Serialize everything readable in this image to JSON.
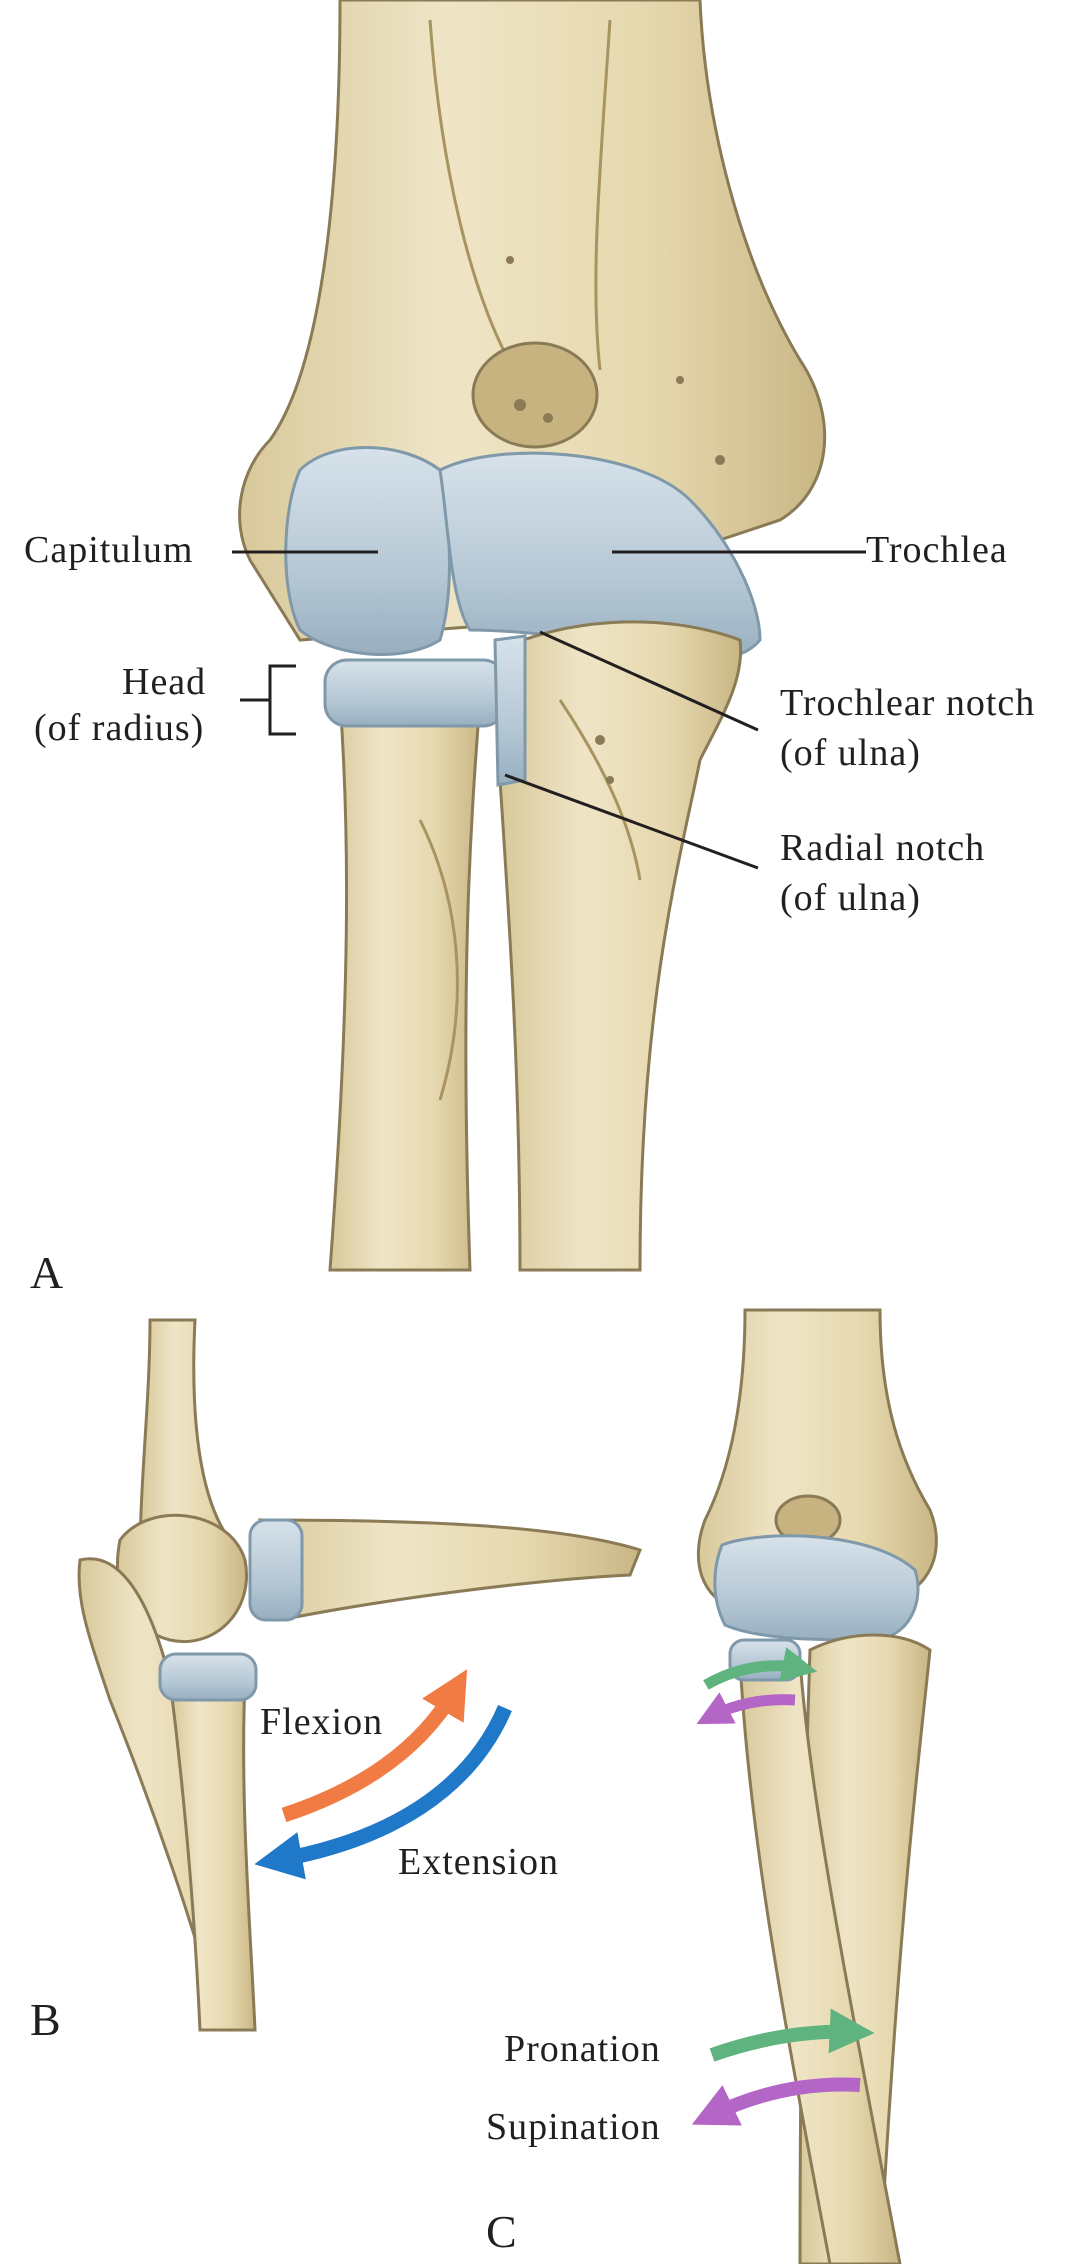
{
  "colors": {
    "bone": "#e9ddb6",
    "bone_shade": "#cdbb8a",
    "bone_line": "#8a7a55",
    "cartilage": "#b9cad6",
    "cartilage_edge": "#7f98aa",
    "leader": "#231f20",
    "flexion_arrow": "#f07b44",
    "extension_arrow": "#1f78c8",
    "pronation_arrow": "#5fb37f",
    "supination_arrow": "#b366c6"
  },
  "panel_a": {
    "letter": "A",
    "labels": {
      "capitulum": "Capitulum",
      "trochlea": "Trochlea",
      "head_line1": "Head",
      "head_line2": "(of radius)",
      "trochlear_notch_line1": "Trochlear notch",
      "trochlear_notch_line2": "(of ulna)",
      "radial_notch_line1": "Radial notch",
      "radial_notch_line2": "(of ulna)"
    }
  },
  "panel_b": {
    "letter": "B",
    "labels": {
      "flexion": "Flexion",
      "extension": "Extension"
    }
  },
  "panel_c": {
    "letter": "C",
    "labels": {
      "pronation": "Pronation",
      "supination": "Supination"
    }
  }
}
